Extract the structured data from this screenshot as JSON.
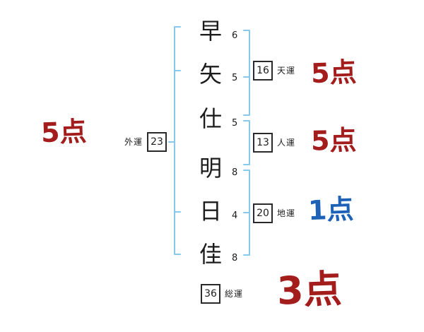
{
  "diagram": {
    "name_chars": [
      {
        "char": "早",
        "strokes": "6"
      },
      {
        "char": "矢",
        "strokes": "5"
      },
      {
        "char": "仕",
        "strokes": "5"
      },
      {
        "char": "明",
        "strokes": "8"
      },
      {
        "char": "日",
        "strokes": "4"
      },
      {
        "char": "佳",
        "strokes": "8"
      }
    ],
    "fortunes": {
      "gaiun": {
        "label": "外運",
        "value": "23",
        "score": "5点"
      },
      "tenun": {
        "label": "天運",
        "value": "16",
        "score": "5点"
      },
      "jinun": {
        "label": "人運",
        "value": "13",
        "score": "5点"
      },
      "chiun": {
        "label": "地運",
        "value": "20",
        "score": "1点"
      },
      "souun": {
        "label": "総運",
        "value": "36",
        "score": "3点"
      }
    },
    "colors": {
      "bracket": "#86c9ec",
      "score_red": "#a31d1d",
      "score_blue": "#1e62b8",
      "ink": "#1c1c1c",
      "box_border": "#2a2a2a",
      "background": "#ffffff"
    }
  }
}
